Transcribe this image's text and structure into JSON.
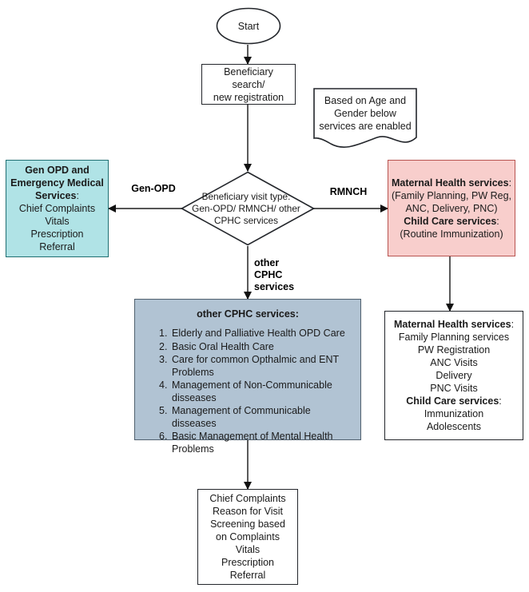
{
  "diagram": {
    "title": "Beneficiary Service Flow",
    "colors": {
      "teal_fill": "#b0e3e6",
      "teal_stroke": "#1f6f72",
      "pink_fill": "#f8cecc",
      "pink_stroke": "#b85450",
      "slate_fill": "#b1c3d3",
      "slate_stroke": "#50606e",
      "default_stroke": "#23262b",
      "edge_stroke": "#3d3d3d",
      "canvas": "#ffffff"
    }
  },
  "nodes": {
    "start": {
      "label": "Start",
      "shape": "ellipse"
    },
    "registration": {
      "lines": [
        "Beneficiary",
        "search/",
        "new registration"
      ],
      "shape": "rectangle"
    },
    "note": {
      "lines": [
        "Based on Age and",
        "Gender below",
        "services are enabled"
      ],
      "shape": "document"
    },
    "decision": {
      "lines": [
        "Beneficiary visit type:",
        "Gen-OPD/ RMNCH/ other",
        "CPHC services"
      ],
      "shape": "diamond"
    },
    "gen_opd": {
      "heading": "Gen OPD and Emergency Medical Services",
      "heading_suffix": ":",
      "items": [
        "Chief Complaints",
        "Vitals",
        "Prescription",
        "Referral"
      ],
      "shape": "rectangle"
    },
    "rmnch_summary": {
      "groups": [
        {
          "heading": "Maternal Health services",
          "heading_suffix": ":",
          "lines": [
            "(Family Planning, PW Reg,",
            "ANC, Delivery, PNC)"
          ]
        },
        {
          "heading": "Child Care services",
          "heading_suffix": ":",
          "lines": [
            "(Routine Immunization)"
          ]
        }
      ],
      "shape": "rectangle"
    },
    "rmnch_detail": {
      "groups": [
        {
          "heading": "Maternal Health services",
          "heading_suffix": ":",
          "lines": [
            "Family Planning services",
            "PW Registration",
            "ANC Visits",
            "Delivery",
            "PNC Visits"
          ]
        },
        {
          "heading": "Child Care services",
          "heading_suffix": ":",
          "lines": [
            "Immunization",
            "Adolescents"
          ]
        }
      ],
      "shape": "rectangle"
    },
    "other_cphc": {
      "heading": "other CPHC services",
      "heading_suffix": ":",
      "items": [
        {
          "num": "1.",
          "text": "Elderly and Palliative Health OPD Care"
        },
        {
          "num": "2.",
          "text": "Basic Oral Health Care"
        },
        {
          "num": "3.",
          "text": "Care for common Opthalmic and ENT Problems"
        },
        {
          "num": "4.",
          "text": "Management of Non-Communicable disseases"
        },
        {
          "num": "5.",
          "text": "Management of Communicable disseases"
        },
        {
          "num": "6.",
          "text": "Basic Management of Mental Health Problems"
        }
      ],
      "shape": "rectangle"
    },
    "outcome": {
      "lines": [
        "Chief Complaints",
        "Reason for Visit",
        "Screening based",
        "on Complaints",
        "Vitals",
        "Prescription",
        "Referral"
      ],
      "shape": "rectangle"
    }
  },
  "edges": {
    "gen_opd_label": "Gen-OPD",
    "rmnch_label": "RMNCH",
    "other_cphc_label": "other\nCPHC\nservices"
  }
}
